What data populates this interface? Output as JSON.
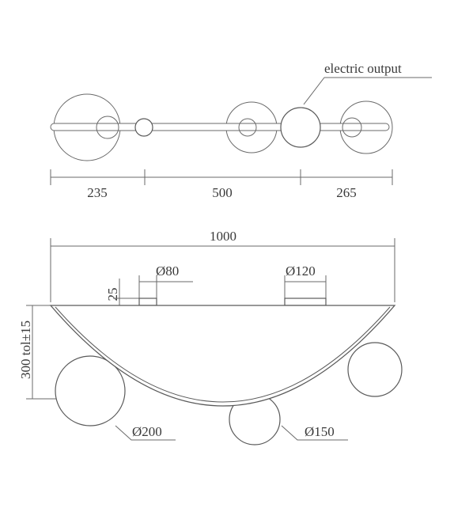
{
  "top_view": {
    "annotation": "electric output",
    "dimensions": [
      "235",
      "500",
      "265"
    ]
  },
  "front_view": {
    "overall_width": "1000",
    "height": "300 tol±15",
    "canopy_height": "25",
    "canopy_small": "Ø80",
    "canopy_large": "Ø120",
    "globe_left": "Ø200",
    "globe_right": "Ø150"
  }
}
